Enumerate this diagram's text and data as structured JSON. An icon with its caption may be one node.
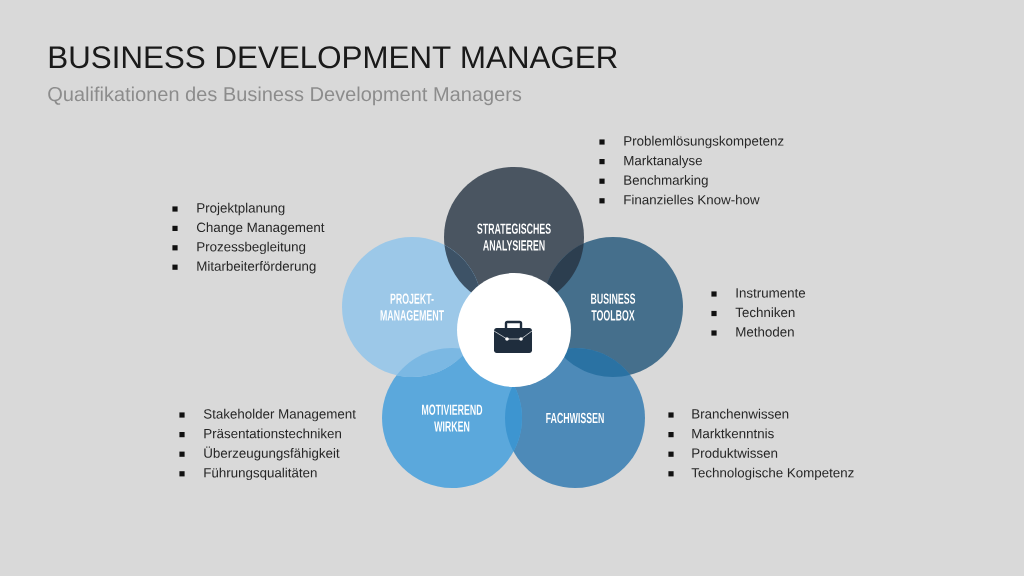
{
  "diagram": {
    "title": "BUSINESS DEVELOPMENT MANAGER",
    "nodes": [
      {
        "text": [
          "STRATEGISCHES ANALYSIEREN"
        ],
        "beside": [
          "Problemlösungskompetenz",
          "Marktanalyse",
          "Benchmarking",
          "Finanzielles Know-how"
        ]
      },
      {
        "text": [
          "BUSINESS TOOLBOX"
        ],
        "beside": [
          "Instrumente",
          "Techniken",
          "Methoden"
        ]
      },
      {
        "text": [
          "FACHWISSEN"
        ],
        "beside": [
          "Branchenwissen",
          "Marktkenntnis",
          "Produktwissen",
          "Technologische Kompetenz"
        ]
      },
      {
        "text": [
          "MOTIVIEREND WIRKEN"
        ],
        "beside": [
          "Stakeholder Management",
          "Präsentationstechniken",
          "Überzeugungsfähigkeit",
          "Führungsqualitäten"
        ]
      },
      {
        "text": [
          "PROJEKT- MANAGEMENT"
        ],
        "beside": [
          "Projektplanung",
          "Change Management",
          "Prozessbegleitung",
          "Mitarbeiterförderung"
        ]
      },
      {
        "text": [],
        "shape": "circle"
      }
    ],
    "labels": [
      "Qualifikationen des Business Development Managers"
    ]
  }
}
